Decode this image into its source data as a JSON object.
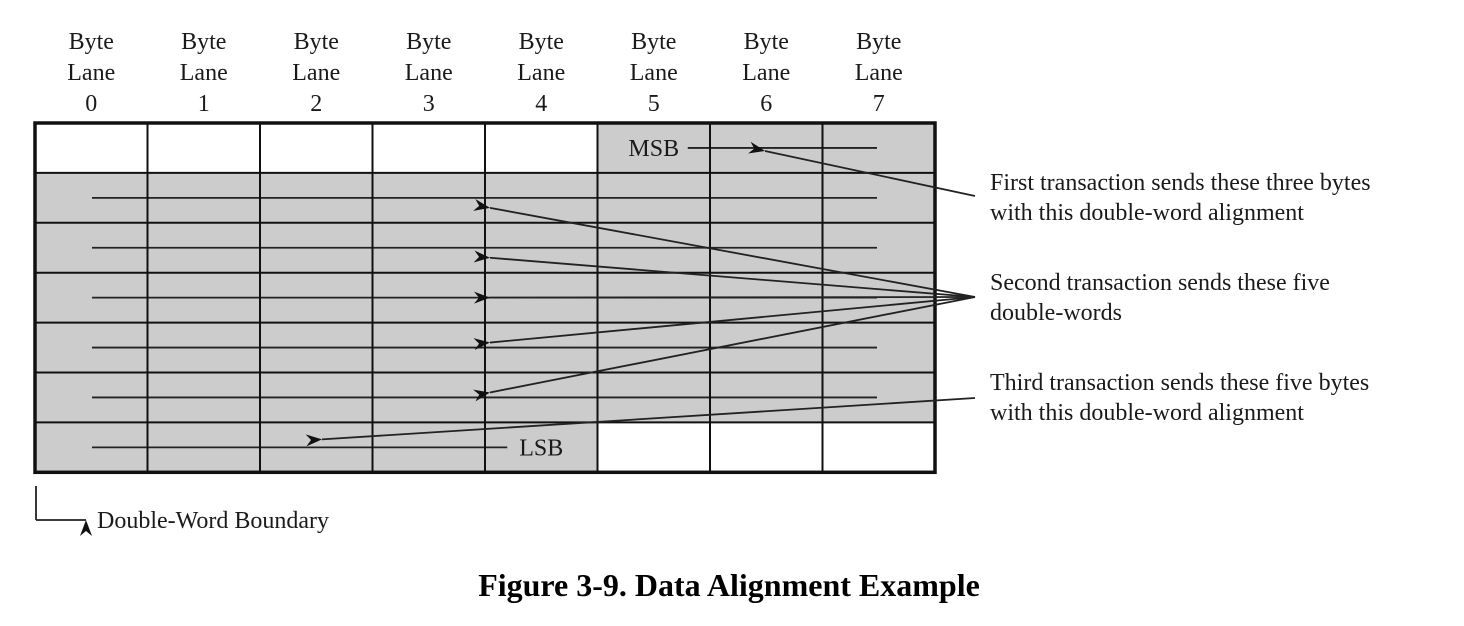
{
  "figure": {
    "caption": "Figure 3-9. Data Alignment Example",
    "lane_header_word1": "Byte",
    "lane_header_word2": "Lane",
    "byte_lanes": [
      "0",
      "1",
      "2",
      "3",
      "4",
      "5",
      "6",
      "7"
    ],
    "rows": [
      {
        "filled_lanes": [
          5,
          6,
          7
        ],
        "label": "MSB",
        "label_lane": 5
      },
      {
        "filled_lanes": [
          0,
          1,
          2,
          3,
          4,
          5,
          6,
          7
        ]
      },
      {
        "filled_lanes": [
          0,
          1,
          2,
          3,
          4,
          5,
          6,
          7
        ]
      },
      {
        "filled_lanes": [
          0,
          1,
          2,
          3,
          4,
          5,
          6,
          7
        ]
      },
      {
        "filled_lanes": [
          0,
          1,
          2,
          3,
          4,
          5,
          6,
          7
        ]
      },
      {
        "filled_lanes": [
          0,
          1,
          2,
          3,
          4,
          5,
          6,
          7
        ]
      },
      {
        "filled_lanes": [
          0,
          1,
          2,
          3,
          4
        ],
        "label": "LSB",
        "label_lane": 4
      }
    ],
    "annotations": [
      {
        "lines": [
          "First transaction sends these three bytes",
          "with this double-word alignment"
        ],
        "target_rows": [
          0
        ]
      },
      {
        "lines": [
          "Second transaction sends these five",
          "double-words"
        ],
        "target_rows": [
          1,
          2,
          3,
          4,
          5
        ]
      },
      {
        "lines": [
          "Third transaction sends these five bytes",
          "with this double-word alignment"
        ],
        "target_rows": [
          6
        ]
      }
    ],
    "boundary_label": "Double-Word Boundary",
    "colors": {
      "filled": "#cccccc",
      "empty": "#ffffff",
      "ink": "#1a1a1a"
    }
  }
}
